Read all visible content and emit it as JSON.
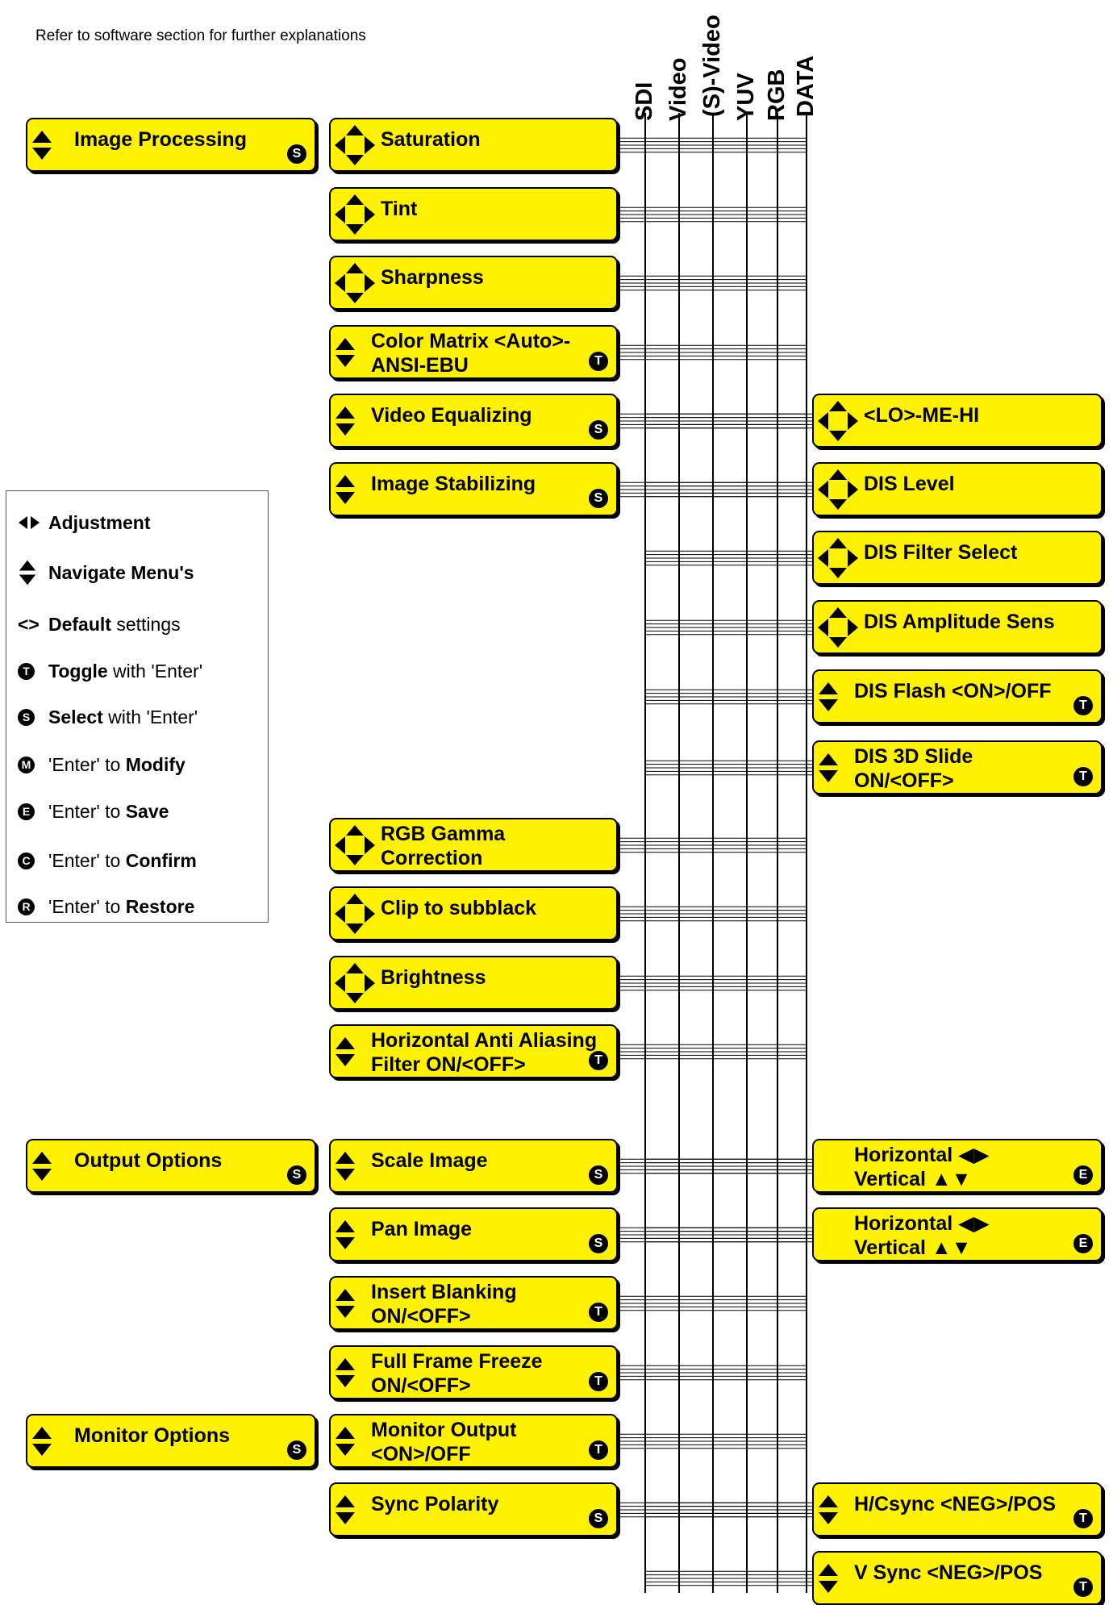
{
  "note": "Refer to software section for further explanations",
  "columns": [
    "SDI",
    "Video",
    "(S)-Video",
    "YUV",
    "RGB",
    "DATA"
  ],
  "main_menus": [
    {
      "label": "Image Processing",
      "badge": "S",
      "icon": "updown-icon"
    },
    {
      "label": "Output Options",
      "badge": "S",
      "icon": "updown-icon"
    },
    {
      "label": "Monitor Options",
      "badge": "S",
      "icon": "updown-icon"
    }
  ],
  "submenus": [
    {
      "label": "Saturation",
      "icon": "four-way-icon",
      "badge": ""
    },
    {
      "label": "Tint",
      "icon": "four-way-icon",
      "badge": ""
    },
    {
      "label": "Sharpness",
      "icon": "four-way-icon",
      "badge": ""
    },
    {
      "label": "Color Matrix <Auto>-\nANSI-EBU",
      "icon": "updown-icon",
      "badge": "T"
    },
    {
      "label": "Video Equalizing",
      "icon": "updown-icon",
      "badge": "S"
    },
    {
      "label": "Image Stabilizing",
      "icon": "updown-icon",
      "badge": "S"
    },
    {
      "label": "RGB Gamma\nCorrection",
      "icon": "four-way-icon",
      "badge": ""
    },
    {
      "label": "Clip to subblack",
      "icon": "four-way-icon",
      "badge": ""
    },
    {
      "label": "Brightness",
      "icon": "four-way-icon",
      "badge": ""
    },
    {
      "label": "Horizontal Anti Aliasing\nFilter ON/<OFF>",
      "icon": "updown-icon",
      "badge": "T"
    },
    {
      "label": "Scale Image",
      "icon": "updown-icon",
      "badge": "S"
    },
    {
      "label": "Pan Image",
      "icon": "updown-icon",
      "badge": "S"
    },
    {
      "label": "Insert Blanking\nON/<OFF>",
      "icon": "updown-icon",
      "badge": "T"
    },
    {
      "label": "Full Frame Freeze\nON/<OFF>",
      "icon": "updown-icon",
      "badge": "T"
    },
    {
      "label": "Monitor Output\n<ON>/OFF",
      "icon": "updown-icon",
      "badge": "T"
    },
    {
      "label": "Sync Polarity",
      "icon": "updown-icon",
      "badge": "S"
    }
  ],
  "settings": [
    {
      "label": "<LO>-ME-HI",
      "icon": "four-way-icon",
      "badge": ""
    },
    {
      "label": "DIS Level",
      "icon": "four-way-icon",
      "badge": ""
    },
    {
      "label": "DIS Filter Select",
      "icon": "four-way-icon",
      "badge": ""
    },
    {
      "label": "DIS Amplitude Sens",
      "icon": "four-way-icon",
      "badge": ""
    },
    {
      "label": "DIS Flash <ON>/OFF",
      "icon": "updown-icon",
      "badge": "T"
    },
    {
      "label": "DIS 3D Slide\nON/<OFF>",
      "icon": "updown-icon",
      "badge": "T"
    },
    {
      "label": "Horizontal ◀▶\nVertical ▲▼",
      "icon": "",
      "badge": "E"
    },
    {
      "label": "Horizontal ◀▶\nVertical ▲▼",
      "icon": "",
      "badge": "E"
    },
    {
      "label": "H/Csync <NEG>/POS",
      "icon": "updown-icon",
      "badge": "T"
    },
    {
      "label": "V Sync <NEG>/POS",
      "icon": "updown-icon",
      "badge": "T"
    }
  ],
  "legend": [
    {
      "icon": "left-right-icon",
      "badge": "",
      "bold": "Adjustment",
      "text": ""
    },
    {
      "icon": "updown-icon",
      "badge": "",
      "bold": "Navigate Menu's",
      "text": ""
    },
    {
      "icon": "default-icon",
      "badge": "",
      "symbol": "<>",
      "bold": "Default",
      "text": " settings"
    },
    {
      "icon": "",
      "badge": "T",
      "bold": "Toggle",
      "text": " with 'Enter'"
    },
    {
      "icon": "",
      "badge": "S",
      "bold": "Select",
      "text": " with 'Enter'"
    },
    {
      "icon": "",
      "badge": "M",
      "pre": "'Enter' to ",
      "bold": "Modify",
      "text": ""
    },
    {
      "icon": "",
      "badge": "E",
      "pre": "'Enter' to ",
      "bold": "Save",
      "text": ""
    },
    {
      "icon": "",
      "badge": "C",
      "pre": "'Enter' to ",
      "bold": "Confirm",
      "text": ""
    },
    {
      "icon": "",
      "badge": "R",
      "pre": "'Enter' to ",
      "bold": "Restore",
      "text": ""
    }
  ]
}
